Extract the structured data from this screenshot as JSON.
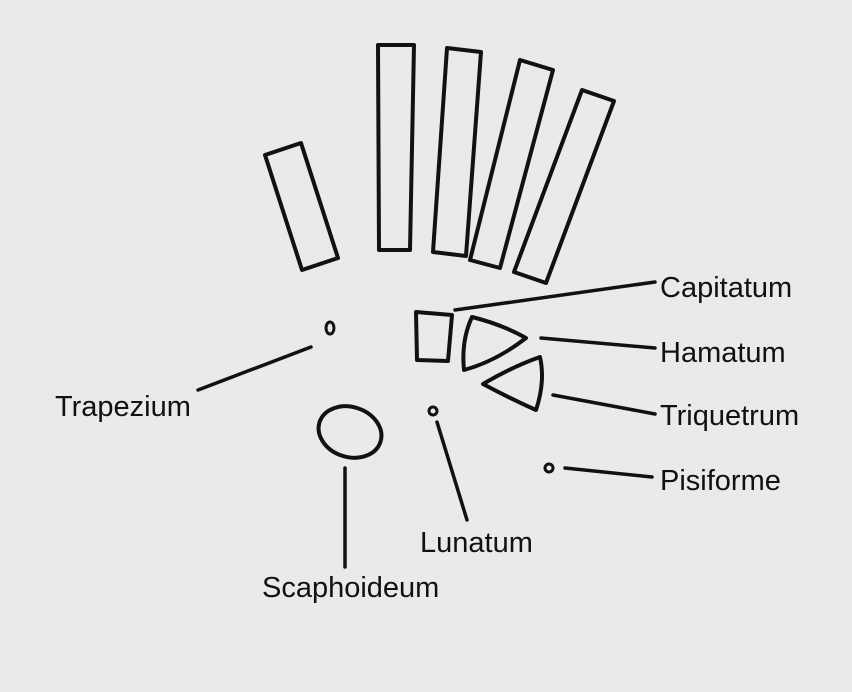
{
  "labels": {
    "capitatum": "Capitatum",
    "hamatum": "Hamatum",
    "triquetrum": "Triquetrum",
    "pisiforme": "Pisiforme",
    "trapezium": "Trapezium",
    "lunatum": "Lunatum",
    "scaphoideum": "Scaphoideum"
  },
  "colors": {
    "background": "#ededed",
    "ink": "#111111"
  }
}
